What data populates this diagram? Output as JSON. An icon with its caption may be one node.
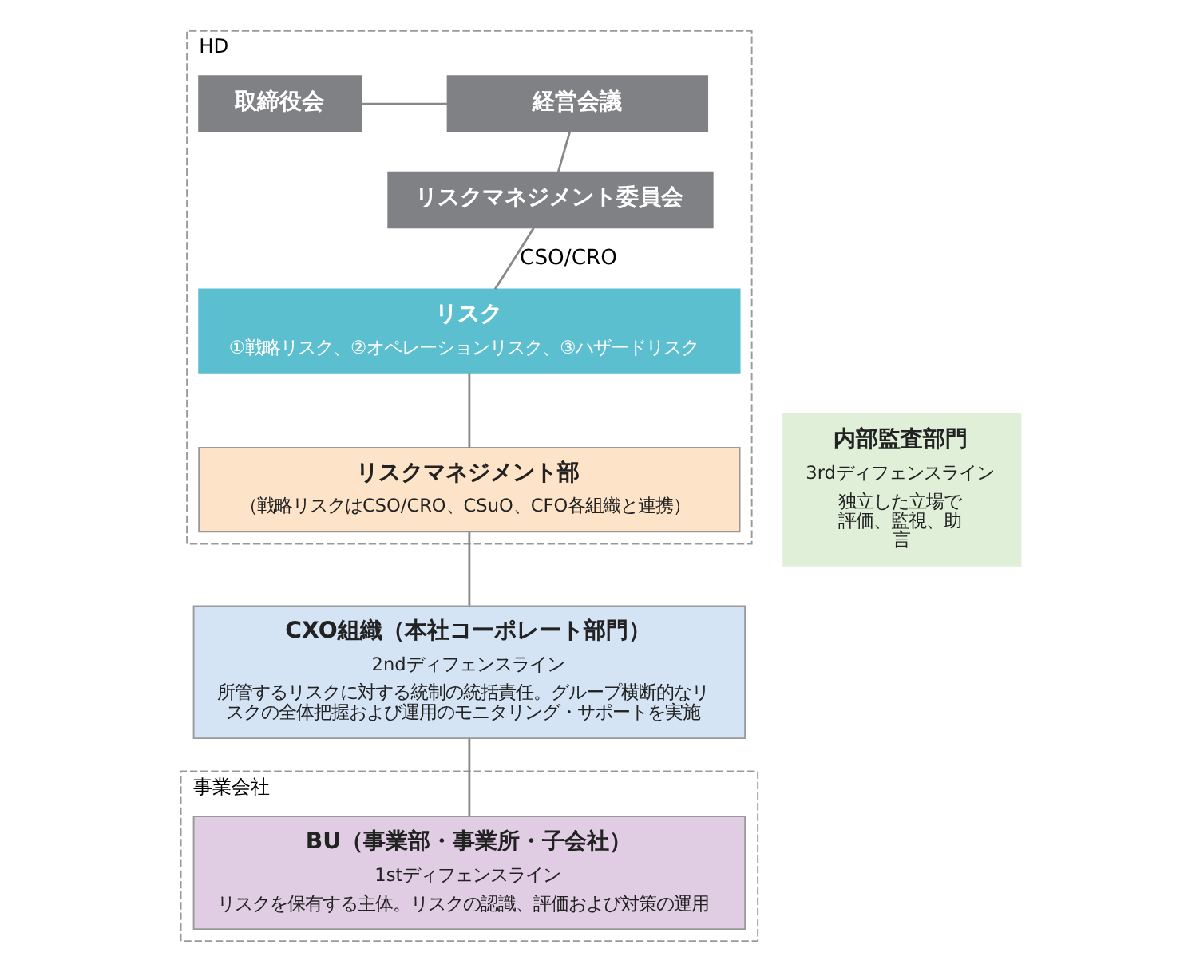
{
  "diagram": {
    "nodes": [
      {
        "text": [
          "HD"
        ]
      },
      {
        "text": [
          "取締役会"
        ],
        "in": 0
      },
      {
        "text": [
          "経営会議"
        ],
        "in": 0
      },
      {
        "text": [
          "リスクマネジメント委員会"
        ],
        "in": 0
      },
      {
        "text": [
          "リスク",
          "①戦略リスク、②オペレーションリスク、③ハザードリスク"
        ],
        "in": 0
      },
      {
        "text": [
          "リスクマネジメント部",
          "（戦略リスクはCSO/CRO、CSuO、CFO各組織と連携）"
        ],
        "in": 0
      },
      {
        "text": [
          "CXO組織（本社コーポレート部門）",
          "2ndディフェンスライン",
          "所管するリスクに対する統制の統括責任。グループ横断的なリスクの全体把握および運用のモニタリング・サポートを実施"
        ]
      },
      {
        "text": [
          "事業会社"
        ]
      },
      {
        "text": [
          "BU（事業部・事業所・子会社）",
          "1stディフェンスライン",
          "リスクを保有する主体。リスクの認識、評価および対策の運用"
        ],
        "in": 7
      },
      {
        "text": [
          "内部監査部門",
          "3rdディフェンスライン",
          "独立した立場で評価、監視、助言"
        ]
      }
    ],
    "edges": [
      {
        "from": 1,
        "to": 2,
        "arrow": "none"
      },
      {
        "from": 2,
        "to": 3,
        "arrow": "none"
      },
      {
        "from": 3,
        "to": 4,
        "arrow": "none",
        "label": "CSO/CRO"
      },
      {
        "from": 4,
        "to": 5,
        "arrow": "none"
      },
      {
        "from": 5,
        "to": 6,
        "arrow": "none"
      },
      {
        "from": 6,
        "to": 8,
        "arrow": "none"
      }
    ]
  }
}
